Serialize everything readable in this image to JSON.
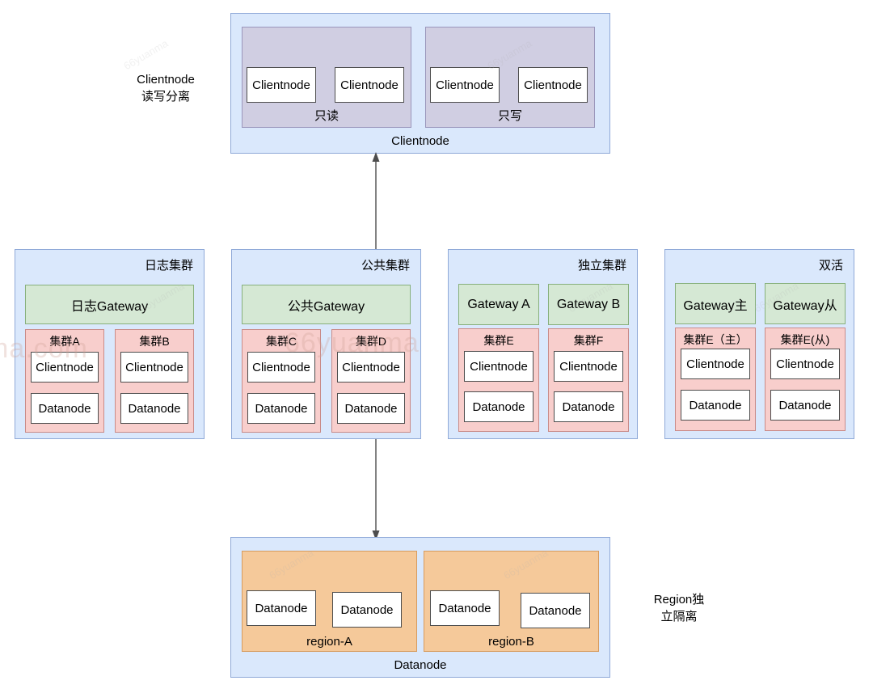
{
  "diagram": {
    "title": "Clientnode / Datanode cluster topology",
    "colors": {
      "panel_fill": "#dae8fc",
      "panel_stroke": "#8fa9d8",
      "gateway_fill": "#d5e8d4",
      "gateway_stroke": "#87b07c",
      "cluster_fill": "#f8cecc",
      "cluster_stroke": "#c98b88",
      "group_purple_fill": "#d0cee2",
      "group_purple_stroke": "#9a96bb",
      "group_orange_fill": "#f5c99a",
      "group_orange_stroke": "#d79b5e",
      "node_fill": "#ffffff",
      "node_stroke": "#4d4d4d",
      "arrow_stroke": "#4d4d4d"
    },
    "notes": {
      "left": "Clientnode\n读写分离",
      "left_line1": "Clientnode",
      "left_line2": "读写分离",
      "right_line1": "Region独",
      "right_line2": "立隔离"
    },
    "clientnode_panel": {
      "footer": "Clientnode",
      "groups": [
        {
          "label": "只读",
          "nodes": [
            "Clientnode",
            "Clientnode"
          ]
        },
        {
          "label": "只写",
          "nodes": [
            "Clientnode",
            "Clientnode"
          ]
        }
      ]
    },
    "datanode_panel": {
      "footer": "Datanode",
      "groups": [
        {
          "label": "region-A",
          "nodes": [
            "Datanode",
            "Datanode"
          ]
        },
        {
          "label": "region-B",
          "nodes": [
            "Datanode",
            "Datanode"
          ]
        }
      ]
    },
    "middle_panels": [
      {
        "title": "日志集群",
        "gateways": [
          {
            "label": "日志Gateway",
            "wide": true
          }
        ],
        "clusters": [
          {
            "title": "集群A",
            "nodes": [
              "Clientnode",
              "Datanode"
            ]
          },
          {
            "title": "集群B",
            "nodes": [
              "Clientnode",
              "Datanode"
            ]
          }
        ]
      },
      {
        "title": "公共集群",
        "gateways": [
          {
            "label": "公共Gateway",
            "wide": true
          }
        ],
        "clusters": [
          {
            "title": "集群C",
            "nodes": [
              "Clientnode",
              "Datanode"
            ]
          },
          {
            "title": "集群D",
            "nodes": [
              "Clientnode",
              "Datanode"
            ]
          }
        ]
      },
      {
        "title": "独立集群",
        "gateways": [
          {
            "label": "Gateway A",
            "wide": false
          },
          {
            "label": "Gateway B",
            "wide": false
          }
        ],
        "clusters": [
          {
            "title": "集群E",
            "nodes": [
              "Clientnode",
              "Datanode"
            ]
          },
          {
            "title": "集群F",
            "nodes": [
              "Clientnode",
              "Datanode"
            ]
          }
        ]
      },
      {
        "title": "双活",
        "gateways": [
          {
            "label": "Gateway主",
            "wide": false
          },
          {
            "label": "Gateway从",
            "wide": false
          }
        ],
        "clusters": [
          {
            "title": "集群E（主）",
            "nodes": [
              "Clientnode",
              "Datanode"
            ]
          },
          {
            "title": "集群E(从)",
            "nodes": [
              "Clientnode",
              "Datanode"
            ]
          }
        ]
      }
    ],
    "watermarks": [
      "66yuanma",
      "ma.com"
    ]
  }
}
